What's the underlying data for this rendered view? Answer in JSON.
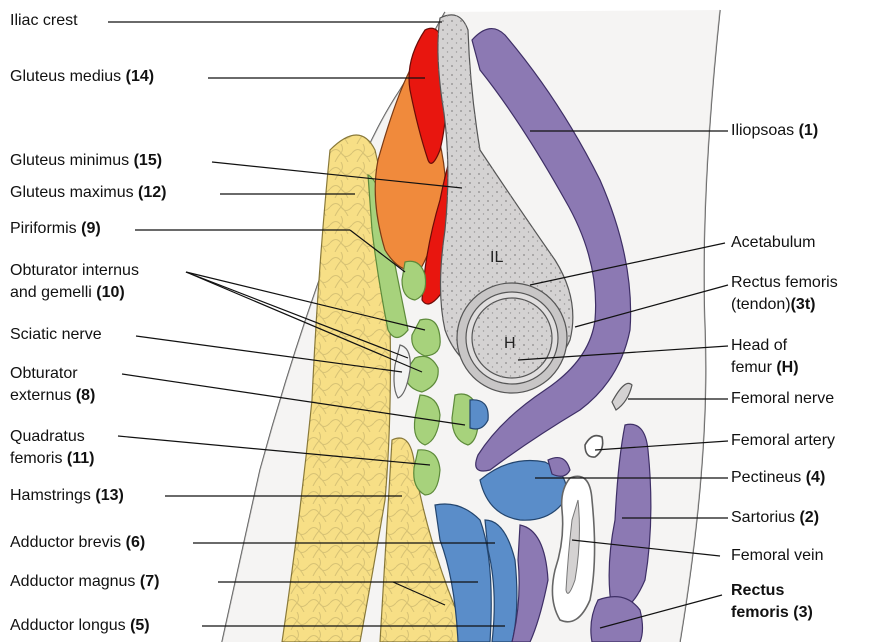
{
  "colors": {
    "gluteus_medius": "#e8160f",
    "gluteus_minimus": "#e8160f",
    "gluteus_maximus_orange": "#f08a3c",
    "hamstrings_yellow": "#f7df86",
    "obturator_green": "#a7d27c",
    "iliopsoas_purple": "#8c79b3",
    "pectineus_blue": "#5a8dc9",
    "bone_grey": "#d4d2d2",
    "cartilage_grey": "#bdbbbb",
    "outline": "#444444"
  },
  "labels": {
    "iliac_crest": {
      "text": "Iliac crest",
      "num": ""
    },
    "gluteus_medius": {
      "text": "Gluteus medius ",
      "num": "(14)"
    },
    "gluteus_minimus": {
      "text": "Gluteus minimus ",
      "num": "(15)"
    },
    "gluteus_maximus": {
      "text": "Gluteus maximus ",
      "num": "(12)"
    },
    "piriformis": {
      "text": "Piriformis ",
      "num": "(9)"
    },
    "obturator_internus_1": {
      "text": "Obturator internus",
      "num": ""
    },
    "obturator_internus_2": {
      "text": "and gemelli ",
      "num": "(10)"
    },
    "sciatic_nerve": {
      "text": "Sciatic nerve",
      "num": ""
    },
    "obturator_externus_1": {
      "text": "Obturator",
      "num": ""
    },
    "obturator_externus_2": {
      "text": "externus ",
      "num": "(8)"
    },
    "quadratus_1": {
      "text": "Quadratus",
      "num": ""
    },
    "quadratus_2": {
      "text": "femoris ",
      "num": "(11)"
    },
    "hamstrings": {
      "text": "Hamstrings ",
      "num": "(13)"
    },
    "adductor_brevis": {
      "text": "Adductor brevis ",
      "num": "(6)"
    },
    "adductor_magnus": {
      "text": "Adductor magnus ",
      "num": "(7)"
    },
    "adductor_longus": {
      "text": "Adductor longus ",
      "num": "(5)"
    },
    "iliopsoas": {
      "text": "Iliopsoas ",
      "num": "(1)"
    },
    "acetabulum": {
      "text": "Acetabulum",
      "num": ""
    },
    "rectus_tendon_1": {
      "text": "Rectus femoris",
      "num": ""
    },
    "rectus_tendon_2": {
      "text": "(tendon)",
      "num": "(3t)"
    },
    "head_femur_1": {
      "text": "Head of",
      "num": ""
    },
    "head_femur_2": {
      "text": "femur ",
      "num": "(H)"
    },
    "femoral_nerve": {
      "text": "Femoral nerve",
      "num": ""
    },
    "femoral_artery": {
      "text": "Femoral artery",
      "num": ""
    },
    "pectineus": {
      "text": "Pectineus ",
      "num": "(4)"
    },
    "sartorius": {
      "text": "Sartorius ",
      "num": "(2)"
    },
    "femoral_vein": {
      "text": "Femoral vein",
      "num": ""
    },
    "rectus_femoris_1": {
      "text": "",
      "num": "Rectus"
    },
    "rectus_femoris_2": {
      "text": "",
      "num": "femoris (3)"
    }
  },
  "in_image": {
    "ilium": "IL",
    "head": "H"
  }
}
